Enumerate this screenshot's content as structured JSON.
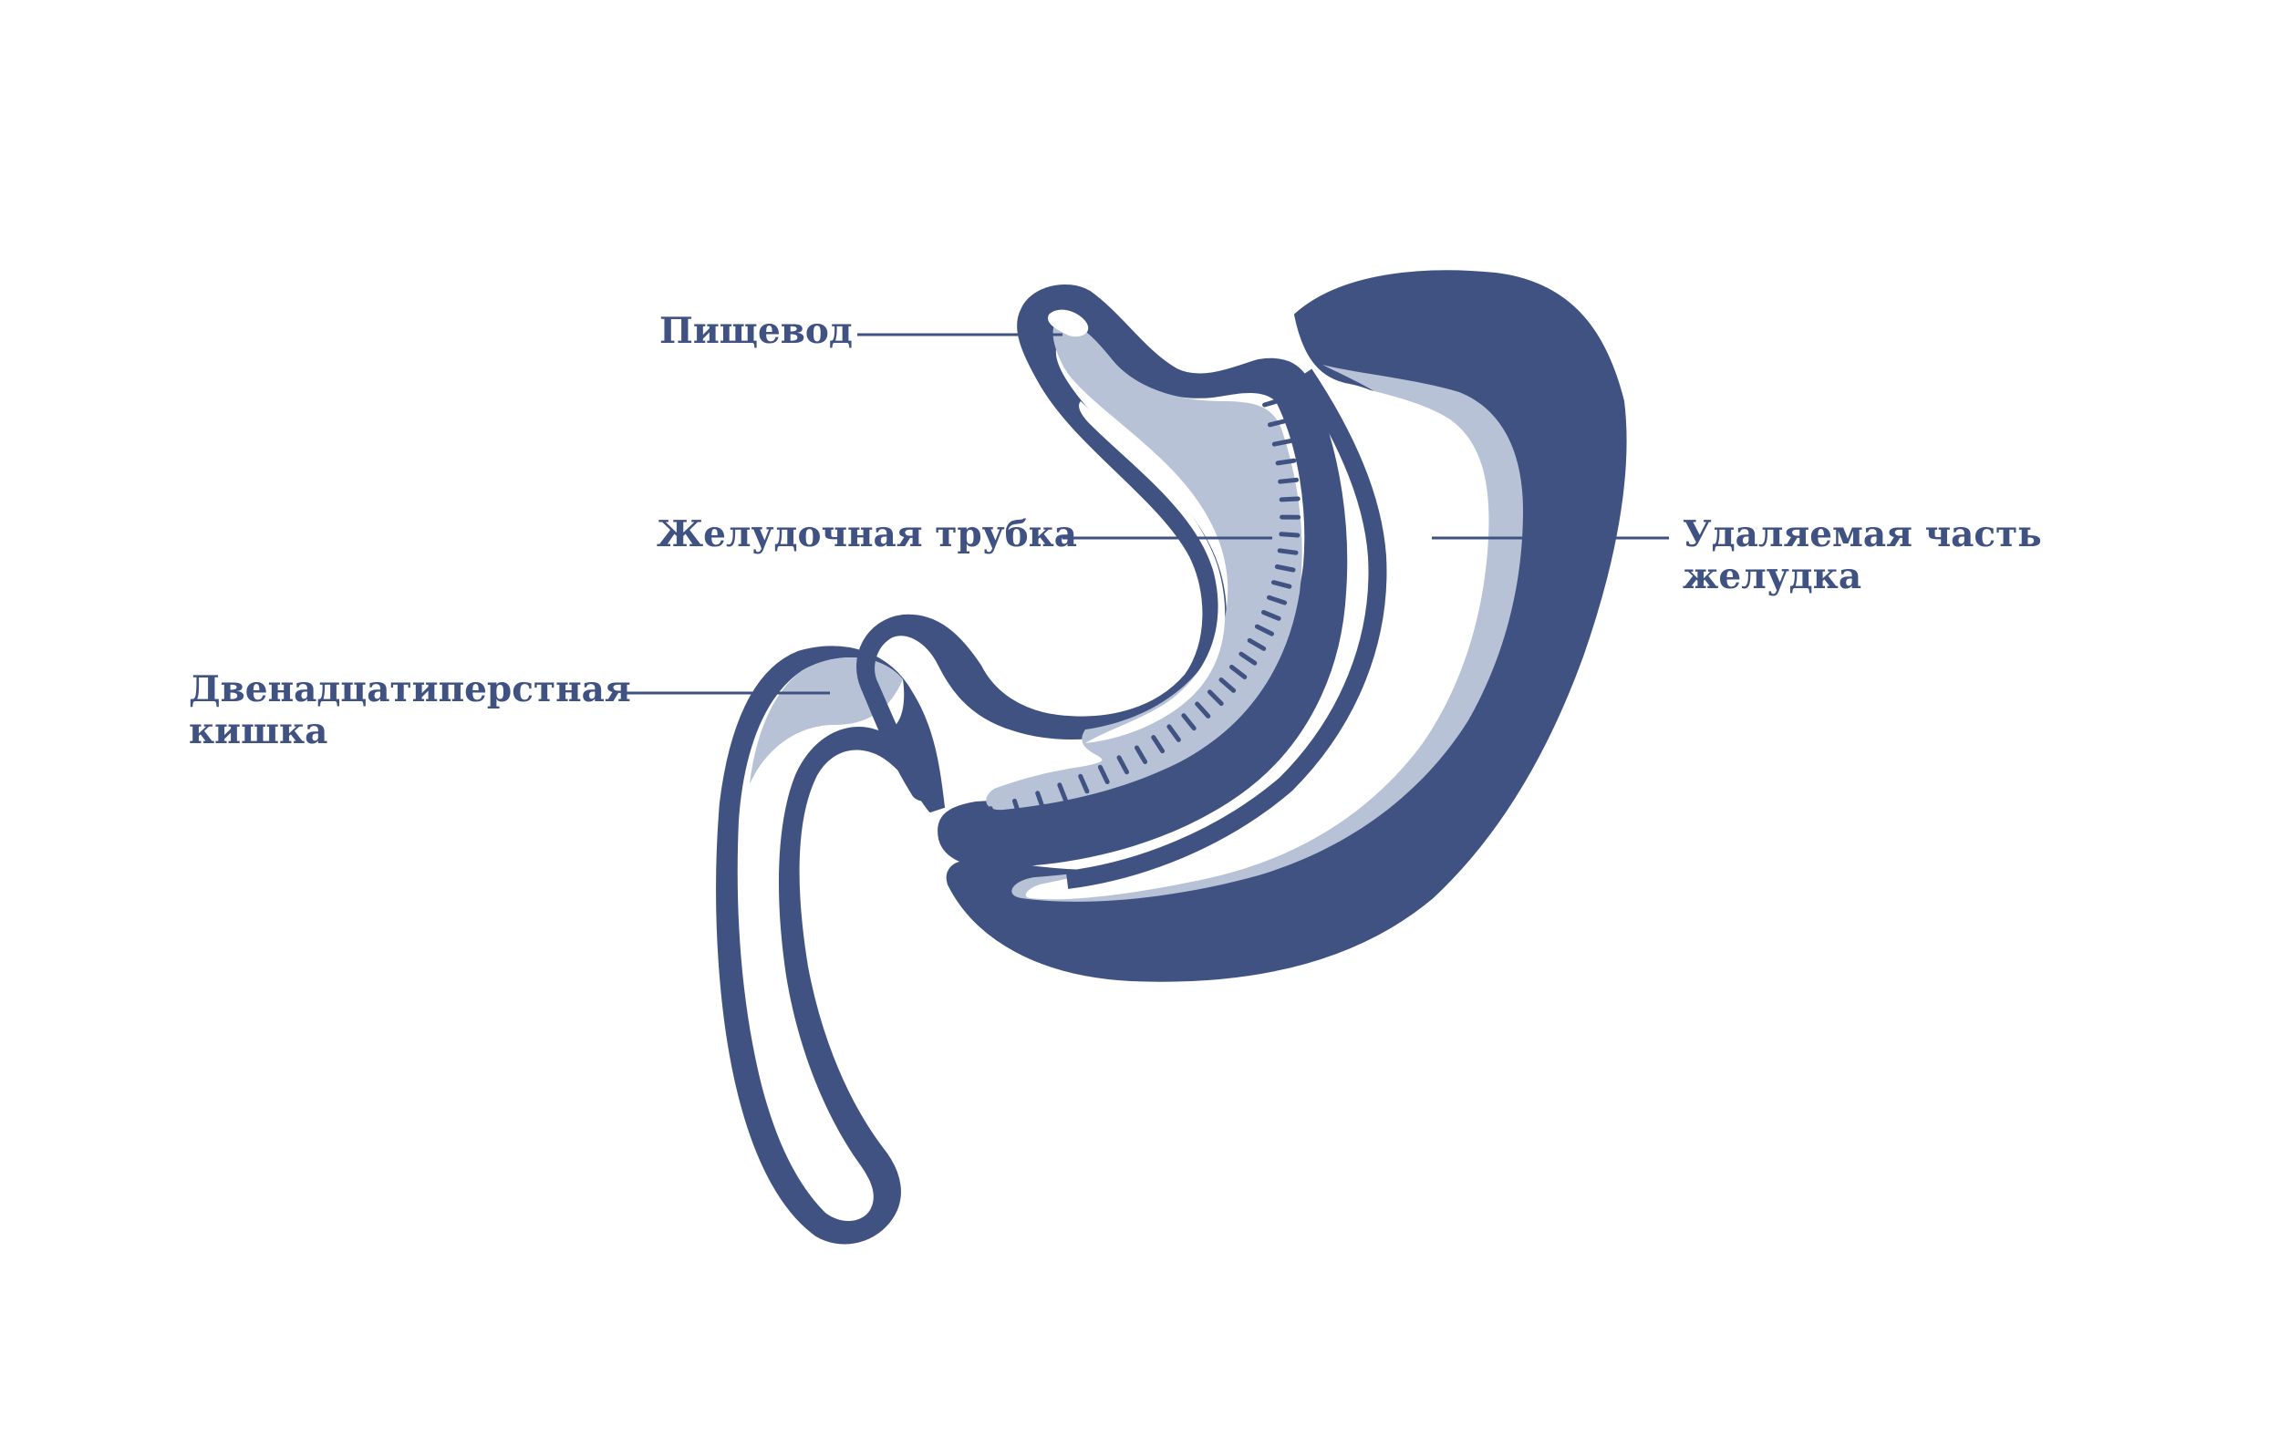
{
  "colors": {
    "wall": "#405282",
    "lining": "#b8c2d6",
    "text": "#405282",
    "background": "#ffffff"
  },
  "labels": {
    "esophagus": "Пищевод",
    "gastric_tube": "Желудочная трубка",
    "removed_part_line1": "Удаляемая часть",
    "removed_part_line2": "желудка",
    "duodenum_line1": "Двенадцатиперстная",
    "duodenum_line2": "кишка"
  }
}
